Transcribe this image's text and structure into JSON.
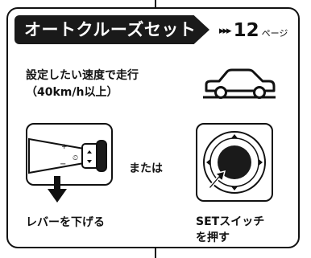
{
  "header": {
    "title": "オートクルーズセット",
    "page_ref_arrows": "▸▸▸",
    "page_ref_number": "12",
    "page_ref_unit": "ページ"
  },
  "instruction": {
    "line1": "設定したい速度で走行",
    "line2": "（40km/h以上）"
  },
  "options": {
    "or_label": "または",
    "lever_caption": "レバーを下げる",
    "button_caption_line1": "SETスイッチ",
    "button_caption_line2": "を押す"
  },
  "icons": [
    "car-icon",
    "cruise-lever-icon",
    "down-arrow-icon",
    "set-switch-icon",
    "press-arrow-icon"
  ]
}
